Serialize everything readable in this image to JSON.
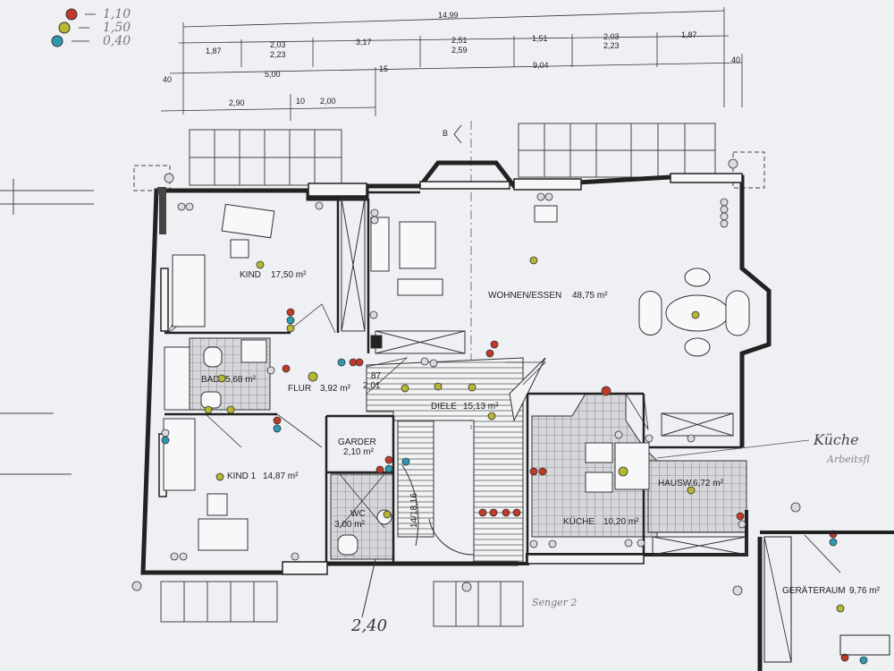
{
  "legend": [
    {
      "color": "#c0392b",
      "value": "1,10"
    },
    {
      "color": "#b5b830",
      "value": "1,50"
    },
    {
      "color": "#2e9ab0",
      "value": "0,40"
    }
  ],
  "dimensions": {
    "overall": "14,99",
    "row1": [
      "1,87",
      "2,03",
      "2,23",
      "3,17",
      "2,51",
      "2,59",
      "1,51",
      "2,03",
      "2,23",
      "1,87",
      "40"
    ],
    "row2": [
      "40",
      "5,00",
      "15",
      "9,04"
    ],
    "row3": [
      "2,90",
      "10",
      "2,00"
    ],
    "section_mark": "B"
  },
  "rooms": [
    {
      "name": "KIND",
      "area": "17,50 m²"
    },
    {
      "name": "WOHNEN/ESSEN",
      "area": "48,75 m²"
    },
    {
      "name": "BAD",
      "area": "5,68 m²"
    },
    {
      "name": "FLUR",
      "area": "3,92 m²"
    },
    {
      "name": "DIELE",
      "area": "15,13 m²"
    },
    {
      "name": "GARDER",
      "area": "2,10 m²"
    },
    {
      "name": "KIND 1",
      "area": "14,87 m²"
    },
    {
      "name": "WC",
      "area": "3,00 m²"
    },
    {
      "name": "HAUSW.",
      "area": "6,72 m²"
    },
    {
      "name": "KÜCHE",
      "area": "10,20 m²"
    },
    {
      "name": "GERÄTERAUM",
      "area": "9,76 m²"
    }
  ],
  "small_labels": {
    "door_a": "87",
    "door_b": "2,01",
    "stairs": "14/18,16"
  },
  "annotations": {
    "height": "2,40",
    "kuche": "Küche",
    "arbeits": "Arbeitsfl",
    "bottom_note": "Senger 2"
  }
}
